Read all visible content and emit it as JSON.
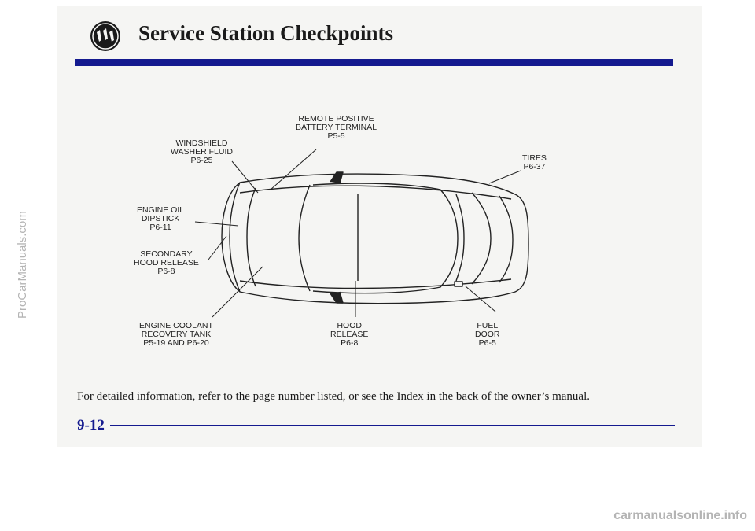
{
  "page": {
    "title": "Service Station Checkpoints",
    "footnote": "For detailed information, refer to the page number listed, or see the Index in the back of the owner’s manual.",
    "page_number": "9-12"
  },
  "callouts": [
    {
      "lines": [
        "REMOTE POSITIVE",
        "BATTERY TERMINAL",
        "P5-5"
      ]
    },
    {
      "lines": [
        "WINDSHIELD",
        "WASHER FLUID",
        "P6-25"
      ]
    },
    {
      "lines": [
        "TIRES",
        "P6-37"
      ]
    },
    {
      "lines": [
        "ENGINE OIL",
        "DIPSTICK",
        "P6-11"
      ]
    },
    {
      "lines": [
        "SECONDARY",
        "HOOD RELEASE",
        "P6-8"
      ]
    },
    {
      "lines": [
        "ENGINE COOLANT",
        "RECOVERY TANK",
        "P5-19 AND P6-20"
      ]
    },
    {
      "lines": [
        "HOOD",
        "RELEASE",
        "P6-8"
      ]
    },
    {
      "lines": [
        "FUEL",
        "DOOR",
        "P6-5"
      ]
    }
  ],
  "watermarks": {
    "side": "ProCarManuals.com",
    "bottom": "carmanualsonline.info"
  },
  "colors": {
    "accent_blue": "#141a8f",
    "text": "#1a1a1a",
    "watermark": "#b4b4b4"
  },
  "icons": {
    "logo": "buick-tri-shield-logo-icon"
  }
}
